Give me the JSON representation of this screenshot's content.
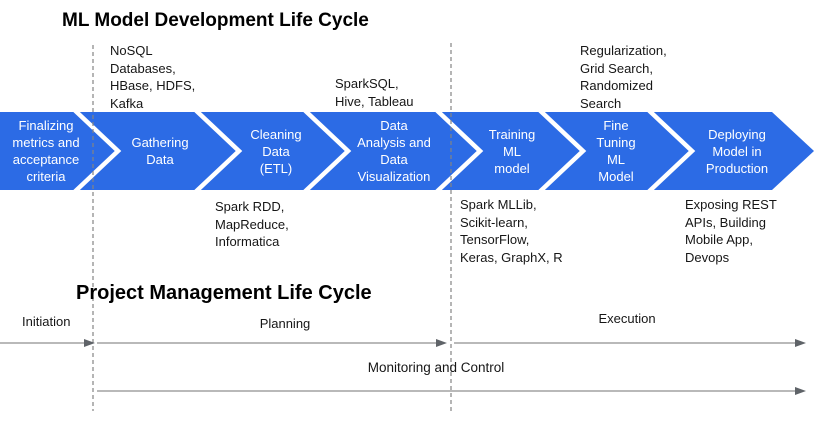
{
  "colors": {
    "band_blue": "#2C6BE5",
    "band_text": "#FFFFFF",
    "separator_white": "#FFFFFF",
    "timeline_line_gray": "#8F8F8F",
    "arrowhead_gray": "#5F6368",
    "dashed_divider_gray": "#848484",
    "text_black": "#111111"
  },
  "ml_lifecycle": {
    "title": "ML Model Development Life Cycle",
    "stages": [
      {
        "label": "Finalizing\nmetrics and\nacceptance\ncriteria"
      },
      {
        "label": "Gathering\nData"
      },
      {
        "label": "Cleaning\nData\n(ETL)"
      },
      {
        "label": "Data\nAnalysis and\nData\nVisualization"
      },
      {
        "label": "Training\nML\nmodel"
      },
      {
        "label": "Fine\nTuning\nML\nModel"
      },
      {
        "label": "Deploying\nModel in\nProduction"
      }
    ],
    "tool_annotations": {
      "top": [
        {
          "text": "NoSQL\nDatabases,\nHBase, HDFS,\nKafka"
        },
        {
          "text": "SparkSQL,\nHive, Tableau"
        },
        {
          "text": "Regularization,\nGrid Search,\nRandomized\nSearch"
        }
      ],
      "bottom": [
        {
          "text": "Spark RDD,\nMapReduce,\nInformatica"
        },
        {
          "text": "Spark MLLib,\nScikit-learn,\nTensorFlow,\nKeras, GraphX, R"
        },
        {
          "text": "Exposing REST\nAPIs, Building\nMobile App,\nDevops"
        }
      ]
    }
  },
  "pm_lifecycle": {
    "title": "Project Management Life Cycle",
    "phases": [
      {
        "label": "Initiation"
      },
      {
        "label": "Planning"
      },
      {
        "label": "Execution"
      }
    ],
    "monitoring": {
      "label": "Monitoring and Control"
    }
  }
}
